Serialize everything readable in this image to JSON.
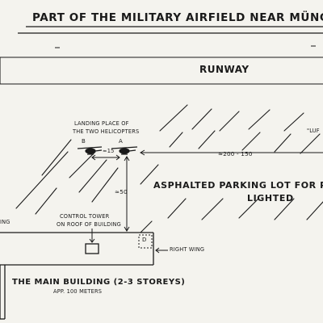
{
  "title": "PART OF THE MILITARY AIRFIELD NEAR MÜNC",
  "runway": "RUNWAY",
  "helicopters": {
    "line1": "LANDING PLACE OF",
    "line2": "THE TWO HELICOPTERS",
    "marker_a": "A",
    "marker_b": "B",
    "spacing": "≈15"
  },
  "luf_label": "\"LUF",
  "distance_right": "≈200 - 150",
  "distance_down": "≈50",
  "parking": {
    "line1": "ASPHALTED PARKING LOT FOR PL",
    "line2": "LIGHTED"
  },
  "control_tower": {
    "line1": "CONTROL TOWER",
    "line2": "ON ROOF OF BUILDING"
  },
  "left_cut_label": "ING",
  "marker_d": "D",
  "right_wing": "RIGHT WING",
  "main_building": {
    "name": "THE MAIN BUILDING (2-3 STOREYS)",
    "length": "APP. 100 METERS"
  },
  "colors": {
    "ink": "#1a1a1a",
    "paper": "#f4f3ee"
  }
}
